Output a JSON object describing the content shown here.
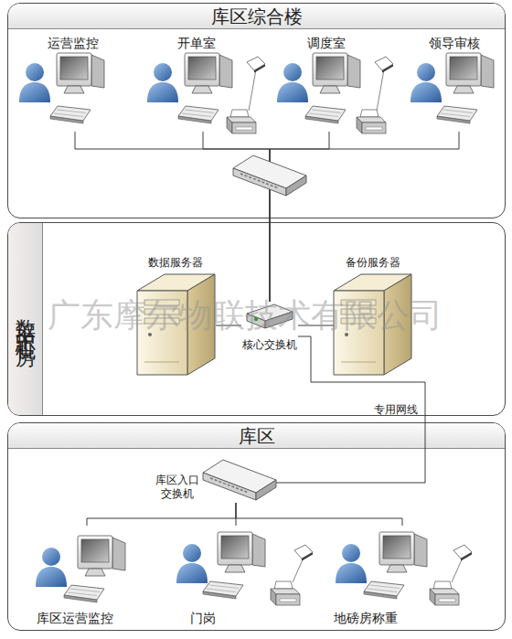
{
  "diagram": {
    "nodes": [
      {
        "text": [
          "库区综合楼"
        ]
      },
      {
        "text": [
          "运营监控"
        ],
        "in": 0
      },
      {
        "text": [
          "开单室"
        ],
        "in": 0
      },
      {
        "text": [
          "调度室"
        ],
        "in": 0
      },
      {
        "text": [
          "领导审核"
        ],
        "in": 0
      },
      {
        "text": [
          "数据中心机房"
        ]
      },
      {
        "text": [
          "数据服务器"
        ],
        "in": 5
      },
      {
        "text": [
          "备份服务器"
        ],
        "in": 5
      },
      {
        "text": [
          "核心交换机"
        ],
        "in": 5
      },
      {
        "text": [
          "库区"
        ]
      },
      {
        "text": [
          "库区入口 交换机"
        ],
        "in": 9
      },
      {
        "text": [
          "库区运营监控"
        ],
        "in": 9
      },
      {
        "text": [
          "门岗"
        ],
        "in": 9
      },
      {
        "text": [
          "地磅房称重"
        ],
        "in": 9
      }
    ],
    "edges": [
      {
        "from": 1,
        "to": 8,
        "arrow": "none"
      },
      {
        "from": 2,
        "to": 8,
        "arrow": "none"
      },
      {
        "from": 3,
        "to": 8,
        "arrow": "none"
      },
      {
        "from": 4,
        "to": 8,
        "arrow": "none"
      },
      {
        "from": 8,
        "to": 6,
        "arrow": "none"
      },
      {
        "from": 8,
        "to": 7,
        "arrow": "none"
      },
      {
        "from": 8,
        "to": 10,
        "label": "专用网线",
        "arrow": "none"
      },
      {
        "from": 10,
        "to": 11,
        "arrow": "none"
      },
      {
        "from": 10,
        "to": 12,
        "arrow": "none"
      },
      {
        "from": 10,
        "to": 13,
        "arrow": "none"
      }
    ],
    "labels": [
      "广东摩尔物联技术有限公司"
    ]
  }
}
